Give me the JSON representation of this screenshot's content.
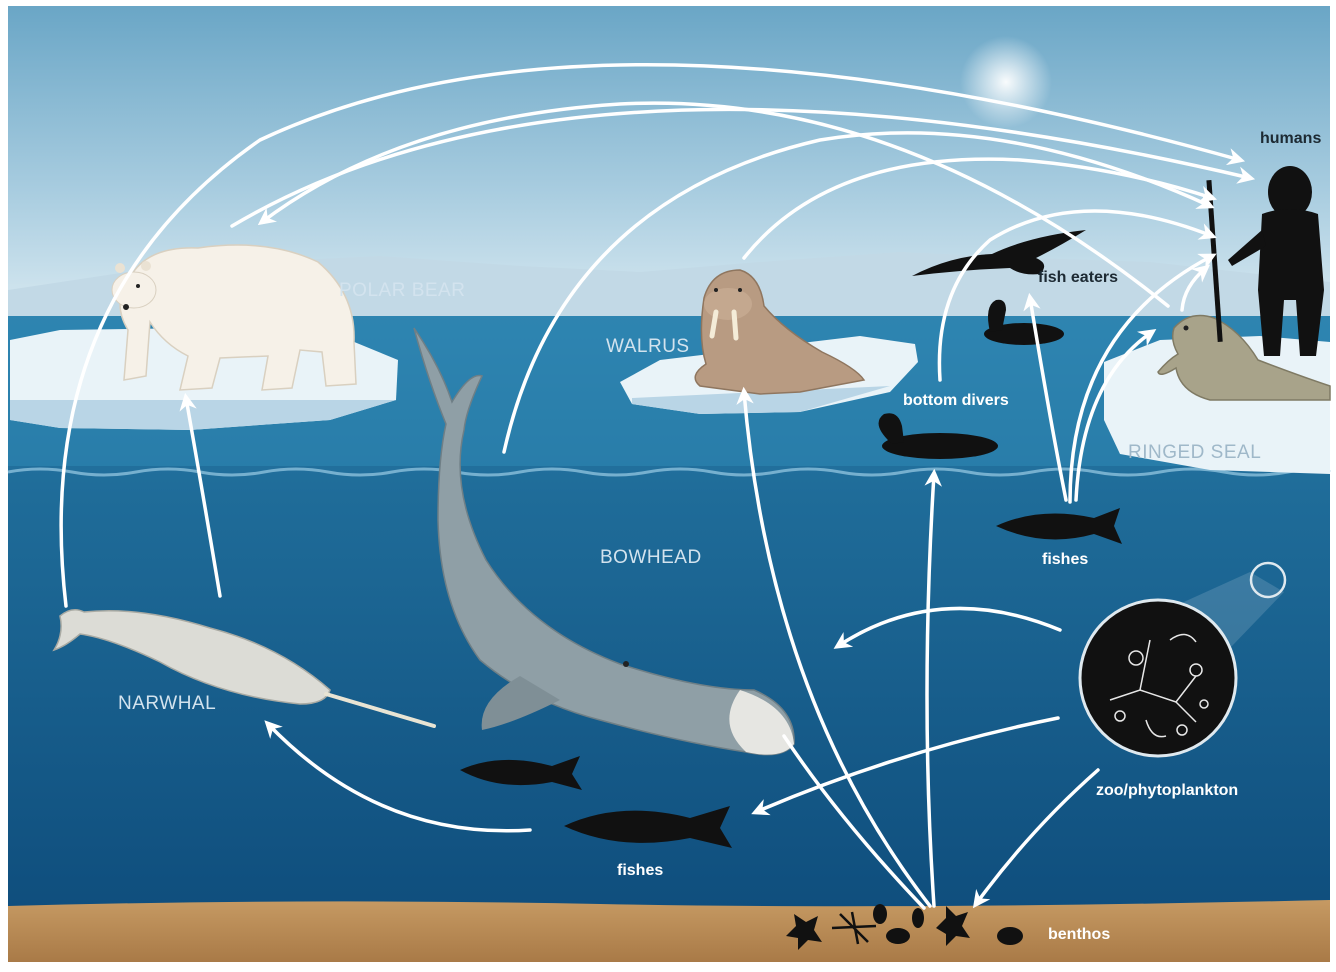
{
  "diagram": {
    "species": {
      "polar_bear": "POLAR BEAR",
      "walrus": "WALRUS",
      "ringed_seal": "RINGED SEAL",
      "bowhead": "BOWHEAD",
      "narwhal": "NARWHAL"
    },
    "groups": {
      "humans": "humans",
      "fish_eaters": "fish eaters",
      "bottom_divers": "bottom divers",
      "fishes_upper": "fishes",
      "fishes_lower": "fishes",
      "plankton": "zoo/phytoplankton",
      "benthos": "benthos"
    },
    "colors": {
      "sky_top": "#6fa9c8",
      "sky_bottom": "#cfe3ec",
      "ocean_surface": "#2f7fab",
      "ocean_deep": "#0f4e7d",
      "seafloor": "#b98a57",
      "ice": "#e9f3f8",
      "arrow": "#ffffff",
      "silhouette": "#111111"
    },
    "links": [
      {
        "from": "narwhal",
        "to": "humans"
      },
      {
        "from": "narwhal",
        "to": "polar bear"
      },
      {
        "from": "polar bear",
        "to": "humans"
      },
      {
        "from": "ringed seal",
        "to": "polar bear"
      },
      {
        "from": "bowhead",
        "to": "humans"
      },
      {
        "from": "walrus",
        "to": "humans"
      },
      {
        "from": "bottom divers",
        "to": "humans"
      },
      {
        "from": "fishes",
        "to": "fish eaters"
      },
      {
        "from": "fishes",
        "to": "ringed seal"
      },
      {
        "from": "fishes",
        "to": "humans"
      },
      {
        "from": "ringed seal",
        "to": "humans"
      },
      {
        "from": "fishes",
        "to": "narwhal"
      },
      {
        "from": "zoo/phytoplankton",
        "to": "bowhead"
      },
      {
        "from": "zoo/phytoplankton",
        "to": "fishes"
      },
      {
        "from": "zoo/phytoplankton",
        "to": "benthos"
      },
      {
        "from": "benthos",
        "to": "walrus"
      },
      {
        "from": "benthos",
        "to": "bottom divers"
      },
      {
        "from": "benthos",
        "to": "bowhead"
      }
    ]
  }
}
